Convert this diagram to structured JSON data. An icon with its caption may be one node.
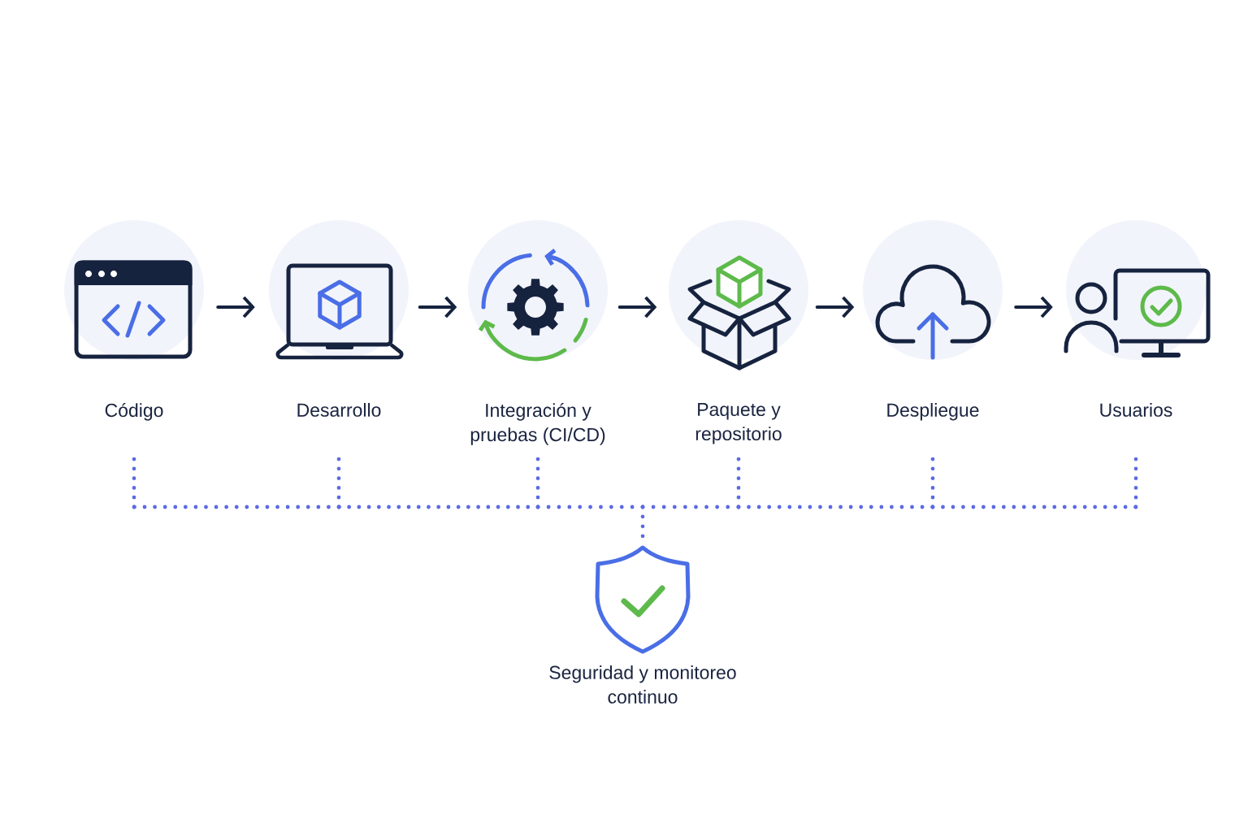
{
  "diagram": {
    "nodes": [
      {
        "text": [
          "Código"
        ]
      },
      {
        "text": [
          "Desarrollo"
        ]
      },
      {
        "text": [
          "Integración y pruebas (CI/CD)"
        ]
      },
      {
        "text": [
          "Paquete y repositorio"
        ]
      },
      {
        "text": [
          "Despliegue"
        ]
      },
      {
        "text": [
          "Usuarios"
        ]
      },
      {
        "text": [
          "Seguridad y monitoreo continuo"
        ]
      }
    ],
    "edges": [
      {
        "from": 0,
        "to": 1,
        "arrow": "to",
        "color": "#16233f"
      },
      {
        "from": 1,
        "to": 2,
        "arrow": "to",
        "color": "#16233f"
      },
      {
        "from": 2,
        "to": 3,
        "arrow": "to",
        "color": "#16233f"
      },
      {
        "from": 3,
        "to": 4,
        "arrow": "to",
        "color": "#16233f"
      },
      {
        "from": 4,
        "to": 5,
        "arrow": "to",
        "color": "#16233f"
      },
      {
        "from": 0,
        "to": 6,
        "arrow": "none",
        "style": "dashed",
        "color": "#5b6be3"
      },
      {
        "from": 1,
        "to": 6,
        "arrow": "none",
        "style": "dashed",
        "color": "#5b6be3"
      },
      {
        "from": 2,
        "to": 6,
        "arrow": "none",
        "style": "dashed",
        "color": "#5b6be3"
      },
      {
        "from": 3,
        "to": 6,
        "arrow": "none",
        "style": "dashed",
        "color": "#5b6be3"
      },
      {
        "from": 4,
        "to": 6,
        "arrow": "none",
        "style": "dashed",
        "color": "#5b6be3"
      },
      {
        "from": 5,
        "to": 6,
        "arrow": "none",
        "style": "dashed",
        "color": "#5b6be3"
      }
    ]
  }
}
